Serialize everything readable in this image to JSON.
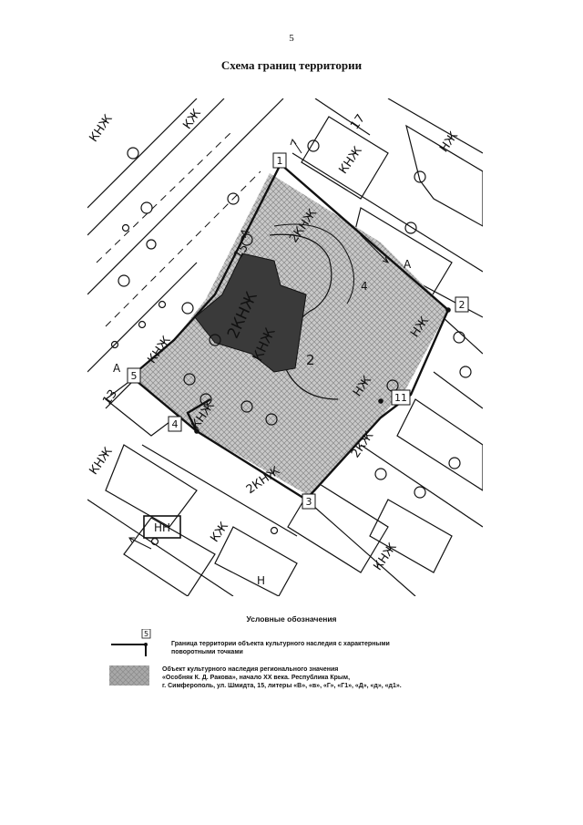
{
  "page": {
    "number": "5",
    "title": "Схема границ территории"
  },
  "map": {
    "point_labels": [
      "1",
      "2",
      "3",
      "4",
      "5",
      "11"
    ],
    "building_labels": {
      "main_2knzh": "2КНЖ",
      "main_knzh": "КНЖ",
      "house_15": "15",
      "house_17": "17",
      "house_13": "13",
      "knzh": "КНЖ",
      "nzh": "НЖ",
      "kzh": "КЖ",
      "nn": "НН",
      "two_knzh": "2КНЖ",
      "two_kzh": "2КЖ",
      "a": "А",
      "n": "Н",
      "two": "2",
      "four": "4"
    }
  },
  "legend": {
    "title": "Условные обозначения",
    "boundary_marker": "5",
    "boundary_lines": [
      "Граница территории объекта культурного наследия с характерными",
      "поворотными точками"
    ],
    "area_lines": [
      "Объект культурного наследия регионального значения",
      "«Особняк К. Д. Ракова», начало XX века. Республика Крым,",
      "г. Симферополь, ул. Шмидта, 15, литеры «В», «в», «Г», «Г1», «Д», «д», «д1»."
    ]
  }
}
